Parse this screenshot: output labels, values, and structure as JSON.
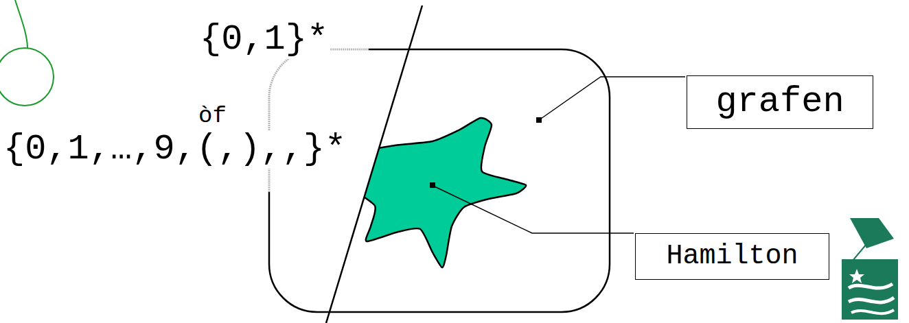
{
  "diagram": {
    "nodes": [
      {
        "text": [
          "grafen"
        ]
      },
      {
        "text": [
          "Hamilton"
        ]
      }
    ],
    "labels": [
      "{0,1}*",
      "òf",
      "{0,1,…,9,(,),,}*"
    ]
  }
}
